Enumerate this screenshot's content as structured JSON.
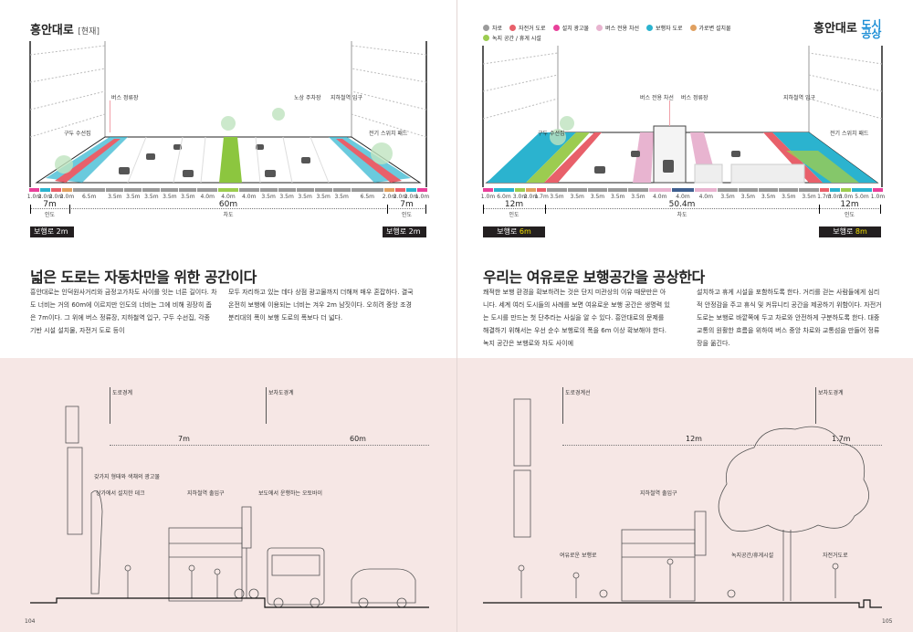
{
  "left": {
    "header": {
      "title": "흥안대로",
      "sub": "[현재]"
    },
    "labels": {
      "bus_stop": "버스 정류장",
      "parking": "노상 주차장",
      "subway": "지하철역 입구",
      "drain": "구두 수선집",
      "switch": "전기 스위치 패드"
    },
    "lanes": [
      {
        "v": "1.0m",
        "c": "#e8409a",
        "sw": 1
      },
      {
        "v": "2.0m",
        "c": "#2bb3cf",
        "sw": 1
      },
      {
        "v": "2.0m",
        "c": "#e8606a",
        "sw": 1
      },
      {
        "v": "2.0m",
        "c": "#e0a060",
        "sw": 1
      },
      {
        "v": "6.5m",
        "c": "#9b9b9b",
        "w": 6.5
      },
      {
        "v": "3.5m",
        "c": "#9b9b9b",
        "w": 3.5
      },
      {
        "v": "3.5m",
        "c": "#9b9b9b",
        "w": 3.5
      },
      {
        "v": "3.5m",
        "c": "#9b9b9b",
        "w": 3.5
      },
      {
        "v": "3.5m",
        "c": "#9b9b9b",
        "w": 3.5
      },
      {
        "v": "3.5m",
        "c": "#9b9b9b",
        "w": 3.5
      },
      {
        "v": "4.0m",
        "c": "#9b9b9b",
        "w": 4
      },
      {
        "v": "4.0m",
        "c": "#9ccc50",
        "w": 4
      },
      {
        "v": "4.0m",
        "c": "#9b9b9b",
        "w": 4
      },
      {
        "v": "3.5m",
        "c": "#9b9b9b",
        "w": 3.5
      },
      {
        "v": "3.5m",
        "c": "#9b9b9b",
        "w": 3.5
      },
      {
        "v": "3.5m",
        "c": "#9b9b9b",
        "w": 3.5
      },
      {
        "v": "3.5m",
        "c": "#9b9b9b",
        "w": 3.5
      },
      {
        "v": "3.5m",
        "c": "#9b9b9b",
        "w": 3.5
      },
      {
        "v": "6.5m",
        "c": "#9b9b9b",
        "w": 6.5
      },
      {
        "v": "2.0m",
        "c": "#e0a060",
        "sw": 1
      },
      {
        "v": "2.0m",
        "c": "#e8606a",
        "sw": 1
      },
      {
        "v": "2.0m",
        "c": "#2bb3cf",
        "sw": 1
      },
      {
        "v": "1.0m",
        "c": "#e8409a",
        "sw": 1
      }
    ],
    "dims": {
      "side_l": "7m",
      "side_r": "7m",
      "side_label": "인도",
      "road": "60m",
      "road_label": "차도"
    },
    "walk_tags": [
      {
        "label": "보행로",
        "value": "2m"
      },
      {
        "label": "보행로",
        "value": "2m"
      }
    ],
    "heading": "넓은 도로는 자동차만을 위한 공간이다",
    "col1": "흥안대로는 인덕원사거리와 금정고가차도 사이를 잇는 너른 길이다. 차도 너비는 거의 60m에 이르지만 인도의 너비는 그에 비해 굉장히 좁은 7m이다. 그 위에 버스 정류장, 지하철역 입구, 구두 수선집, 각종 기반 시설 설치물, 자전거 도로 등이",
    "col2": "모두 자리하고 있는 데다 상점 광고물까지 더해져 매우 혼잡하다. 결국 온전히 보행에 이용되는 너비는 겨우 2m 남짓이다. 오히려 중앙 조경 분리대의 폭이 보행 도로의 폭보다 더 넓다.",
    "section": {
      "b1": "도로경계",
      "b2": "보차도경계",
      "d1": "7m",
      "d2": "60m",
      "l1": "갖가지 형태와 색채의 광고물",
      "l2": "상가에서 설치한 데크",
      "l3": "지하철역 출입구",
      "l4": "보도에서 운행하는 오토바이"
    },
    "page": "104"
  },
  "right": {
    "header": {
      "title": "흥안대로",
      "logo": "도시 공상"
    },
    "legend": [
      {
        "label": "차로",
        "c": "#9b9b9b"
      },
      {
        "label": "자전거 도로",
        "c": "#e8606a"
      },
      {
        "label": "설치 광고물",
        "c": "#e8409a"
      },
      {
        "label": "버스 전용 차선",
        "c": "#e8b4d0"
      },
      {
        "label": "보행자 도로",
        "c": "#2bb3cf"
      },
      {
        "label": "가로변 설치물",
        "c": "#e0a060"
      },
      {
        "label": "녹지 공간 / 휴게 시설",
        "c": "#9ccc50"
      }
    ],
    "labels": {
      "bus_lane": "버스 전용 차선",
      "bus_stop": "버스 정류장",
      "subway": "지하철역 입구",
      "drain": "구두 수선집",
      "switch": "전기 스위치 패드"
    },
    "lanes": [
      {
        "v": "1.0m",
        "c": "#e8409a",
        "sw": 1
      },
      {
        "v": "6.0m",
        "c": "#2bb3cf",
        "sw": 2
      },
      {
        "v": "3.0m",
        "c": "#9ccc50",
        "sw": 1
      },
      {
        "v": "2.0m",
        "c": "#e0a060",
        "sw": 1
      },
      {
        "v": "1.7m",
        "c": "#e8606a",
        "w": 1.7
      },
      {
        "v": "3.5m",
        "c": "#9b9b9b",
        "w": 3.5
      },
      {
        "v": "3.5m",
        "c": "#9b9b9b",
        "w": 3.5
      },
      {
        "v": "3.5m",
        "c": "#9b9b9b",
        "w": 3.5
      },
      {
        "v": "3.5m",
        "c": "#9b9b9b",
        "w": 3.5
      },
      {
        "v": "3.5m",
        "c": "#9b9b9b",
        "w": 3.5
      },
      {
        "v": "4.0m",
        "c": "#e8b4d0",
        "w": 4
      },
      {
        "v": "4.0m",
        "c": "#3f5f8f",
        "w": 4
      },
      {
        "v": "4.0m",
        "c": "#e8b4d0",
        "w": 4
      },
      {
        "v": "3.5m",
        "c": "#9b9b9b",
        "w": 3.5
      },
      {
        "v": "3.5m",
        "c": "#9b9b9b",
        "w": 3.5
      },
      {
        "v": "3.5m",
        "c": "#9b9b9b",
        "w": 3.5
      },
      {
        "v": "3.5m",
        "c": "#9b9b9b",
        "w": 3.5
      },
      {
        "v": "3.5m",
        "c": "#9b9b9b",
        "w": 3.5
      },
      {
        "v": "1.7m",
        "c": "#e8606a",
        "w": 1.7
      },
      {
        "v": "3.0m",
        "c": "#2bb3cf",
        "sw": 1
      },
      {
        "v": "3.0m",
        "c": "#9ccc50",
        "sw": 1
      },
      {
        "v": "5.0m",
        "c": "#2bb3cf",
        "sw": 2
      },
      {
        "v": "1.0m",
        "c": "#e8409a",
        "sw": 1
      }
    ],
    "dims": {
      "side_l": "12m",
      "side_r": "12m",
      "side_label": "인도",
      "road": "50.4m",
      "road_label": "차도"
    },
    "walk_tags": [
      {
        "label": "보행로",
        "value": "6m"
      },
      {
        "label": "보행로",
        "value": "8m"
      }
    ],
    "heading": "우리는 여유로운 보행공간을 공상한다",
    "col1": "쾌적한 보행 환경을 확보하려는 것은 단지 미관상의 이유 때문만은 아니다. 세계 여러 도시들의 사례를 보면 여유로운 보행 공간은 생명력 있는 도시를 만드는 첫 단추라는 사실을 알 수 있다. 흥안대로의 문제를 해결하기 위해서는 우선 순수 보행로의 폭을 6m 이상 확보해야 한다. 녹지 공간은 보행로와 차도 사이에",
    "col2": "설치하고 휴게 시설을 포함하도록 한다. 거리를 걷는 사람들에게 심리적 안정감을 주고 휴식 및 커뮤니티 공간을 제공하기 위함이다. 자전거 도로는 보행로 바깥쪽에 두고 차로와 안전하게 구분하도록 한다. 대중교통의 원활한 흐름을 위하여 버스 중앙 차로와 교통섬을 만들어 정류장을 옮긴다.",
    "section": {
      "b1": "도로경계선",
      "b2": "보차도경계",
      "d1": "12m",
      "d2": "1.7m",
      "l1": "지하철역 출입구",
      "l2": "여유로운 보행로",
      "l3": "녹지공간/휴게시설",
      "l4": "자전거도로"
    },
    "page": "105"
  }
}
